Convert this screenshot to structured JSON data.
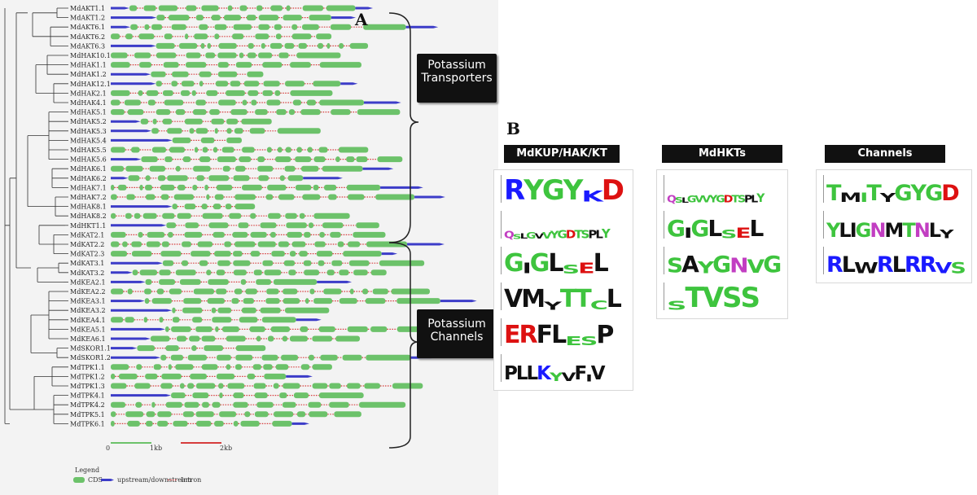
{
  "panel_a_letter": "A",
  "panel_b_letter": "B",
  "bracket_labels": {
    "transporters": [
      "Potassium",
      "Transporters"
    ],
    "channels": [
      "Potassium",
      "Channels"
    ]
  },
  "genes": [
    "MdAKT1.1",
    "MdAKT1.2",
    "MdAKT6.1",
    "MdAKT6.2",
    "MdAKT6.3",
    "MdHAK10.1",
    "MdHAK1.1",
    "MdHAK1.2",
    "MdHAK12.1",
    "MdHAK2.1",
    "MdHAK4.1",
    "MdHAK5.1",
    "MdHAK5.2",
    "MdHAK5.3",
    "MdHAK5.4",
    "MdHAK5.5",
    "MdHAK5.6",
    "MdHAK6.1",
    "MdHAK6.2",
    "MdHAK7.1",
    "MdHAK7.2",
    "MdHAK8.1",
    "MdHAK8.2",
    "MdHKT1.1",
    "MdKAT2.1",
    "MdKAT2.2",
    "MdKAT2.3",
    "MdKAT3.1",
    "MdKAT3.2",
    "MdKEA2.1",
    "MdKEA2.2",
    "MdKEA3.1",
    "MdKEA3.2",
    "MdKEA4.1",
    "MdKEA5.1",
    "MdKEA6.1",
    "MdSKOR1.1",
    "MdSKOR1.2",
    "MdTPK1.1",
    "MdTPK1.2",
    "MdTPK1.3",
    "MdTPK4.1",
    "MdTPK4.2",
    "MdTPK5.1",
    "MdTPK6.1"
  ],
  "scale_labels": [
    "0",
    "1kb",
    "2kb"
  ],
  "legend": {
    "title": "Legend",
    "items": [
      "CDS",
      "upstream/downstream",
      "Intron"
    ]
  },
  "colors": {
    "cds": "#6cc26a",
    "utr": "#3c3cc8",
    "intron": "#d63c3c",
    "background": "#f3f3f3"
  },
  "logo_groups": [
    {
      "title": "MdKUP/HAK/KT",
      "motifs": [
        [
          [
            "R",
            "#1a1aff",
            1.0
          ],
          [
            "Y",
            "#3ec43e",
            1.0
          ],
          [
            "G",
            "#3ec43e",
            1.0
          ],
          [
            "Y",
            "#3ec43e",
            1.0
          ],
          [
            "K",
            "#1a1aff",
            0.55
          ],
          [
            "D",
            "#d11",
            1.0
          ]
        ],
        [
          [
            "Q",
            "#c23ec2",
            0.8
          ],
          [
            "S",
            "#3ec43e",
            0.5
          ],
          [
            "L",
            "#111",
            0.6
          ],
          [
            "G",
            "#3ec43e",
            0.7
          ],
          [
            "V",
            "#111",
            0.6
          ],
          [
            "V",
            "#3ec43e",
            0.7
          ],
          [
            "Y",
            "#3ec43e",
            0.8
          ],
          [
            "G",
            "#3ec43e",
            0.9
          ],
          [
            "D",
            "#d11",
            0.9
          ],
          [
            "T",
            "#3ec43e",
            0.9
          ],
          [
            "S",
            "#3ec43e",
            0.9
          ],
          [
            "P",
            "#111",
            0.9
          ],
          [
            "L",
            "#111",
            0.9
          ],
          [
            "Y",
            "#3ec43e",
            1.0
          ]
        ],
        [
          [
            "G",
            "#3ec43e",
            1.0
          ],
          [
            "I",
            "#111",
            0.6
          ],
          [
            "G",
            "#3ec43e",
            1.0
          ],
          [
            "L",
            "#111",
            1.0
          ],
          [
            "S",
            "#3ec43e",
            0.5
          ],
          [
            "E",
            "#d11",
            0.6
          ],
          [
            "L",
            "#111",
            1.0
          ]
        ],
        [
          [
            "V",
            "#111",
            1.0
          ],
          [
            "M",
            "#111",
            1.0
          ],
          [
            "Y",
            "#111",
            0.45
          ],
          [
            "T",
            "#3ec43e",
            1.0
          ],
          [
            "T",
            "#3ec43e",
            1.0
          ],
          [
            "C",
            "#3ec43e",
            0.5
          ],
          [
            "L",
            "#111",
            1.0
          ]
        ],
        [
          [
            "E",
            "#d11",
            1.0
          ],
          [
            "R",
            "#d11",
            1.0
          ],
          [
            "F",
            "#111",
            1.0
          ],
          [
            "L",
            "#111",
            1.0
          ],
          [
            "E",
            "#3ec43e",
            0.5
          ],
          [
            "S",
            "#3ec43e",
            0.5
          ],
          [
            "P",
            "#111",
            1.0
          ]
        ],
        [
          [
            "P",
            "#111",
            1.0
          ],
          [
            "L",
            "#111",
            1.0
          ],
          [
            "L",
            "#111",
            1.0
          ],
          [
            "K",
            "#1a1aff",
            1.0
          ],
          [
            "Y",
            "#3ec43e",
            0.6
          ],
          [
            "V",
            "#111",
            0.6
          ],
          [
            "F",
            "#111",
            1.0
          ],
          [
            "I",
            "#111",
            0.5
          ],
          [
            "V",
            "#111",
            1.0
          ]
        ]
      ]
    },
    {
      "title": "MdHKTs",
      "motifs": [
        [
          [
            "Q",
            "#c23ec2",
            0.9
          ],
          [
            "S",
            "#3ec43e",
            0.7
          ],
          [
            "L",
            "#111",
            0.6
          ],
          [
            "G",
            "#3ec43e",
            0.8
          ],
          [
            "V",
            "#3ec43e",
            0.8
          ],
          [
            "V",
            "#3ec43e",
            0.8
          ],
          [
            "Y",
            "#3ec43e",
            0.9
          ],
          [
            "G",
            "#3ec43e",
            0.9
          ],
          [
            "D",
            "#d11",
            0.9
          ],
          [
            "T",
            "#3ec43e",
            0.9
          ],
          [
            "S",
            "#3ec43e",
            0.9
          ],
          [
            "P",
            "#111",
            0.9
          ],
          [
            "L",
            "#111",
            0.9
          ],
          [
            "Y",
            "#3ec43e",
            1.0
          ]
        ],
        [
          [
            "G",
            "#3ec43e",
            1.0
          ],
          [
            "I",
            "#111",
            0.6
          ],
          [
            "G",
            "#3ec43e",
            1.0
          ],
          [
            "L",
            "#111",
            1.0
          ],
          [
            "S",
            "#3ec43e",
            0.5
          ],
          [
            "E",
            "#d11",
            0.6
          ],
          [
            "L",
            "#111",
            1.0
          ]
        ],
        [
          [
            "S",
            "#3ec43e",
            0.9
          ],
          [
            "A",
            "#111",
            1.0
          ],
          [
            "Y",
            "#3ec43e",
            0.7
          ],
          [
            "G",
            "#3ec43e",
            1.0
          ],
          [
            "N",
            "#c23ec2",
            0.9
          ],
          [
            "V",
            "#3ec43e",
            0.8
          ],
          [
            "G",
            "#3ec43e",
            1.0
          ]
        ],
        [
          [
            "S",
            "#3ec43e",
            0.45
          ],
          [
            "T",
            "#3ec43e",
            1.0
          ],
          [
            "V",
            "#3ec43e",
            1.0
          ],
          [
            "S",
            "#3ec43e",
            1.0
          ],
          [
            "S",
            "#3ec43e",
            1.0
          ]
        ]
      ]
    },
    {
      "title": "Channels",
      "motifs": [
        [
          [
            "T",
            "#3ec43e",
            1.0
          ],
          [
            "M",
            "#111",
            0.6
          ],
          [
            "I",
            "#3ec43e",
            0.6
          ],
          [
            "T",
            "#3ec43e",
            1.0
          ],
          [
            "Y",
            "#111",
            0.55
          ],
          [
            "G",
            "#3ec43e",
            1.0
          ],
          [
            "Y",
            "#3ec43e",
            1.0
          ],
          [
            "G",
            "#3ec43e",
            1.0
          ],
          [
            "D",
            "#d11",
            1.0
          ]
        ],
        [
          [
            "Y",
            "#3ec43e",
            1.0
          ],
          [
            "L",
            "#111",
            1.0
          ],
          [
            "I",
            "#111",
            1.0
          ],
          [
            "G",
            "#3ec43e",
            1.0
          ],
          [
            "N",
            "#c23ec2",
            1.0
          ],
          [
            "M",
            "#111",
            1.0
          ],
          [
            "T",
            "#3ec43e",
            1.0
          ],
          [
            "N",
            "#c23ec2",
            1.0
          ],
          [
            "L",
            "#111",
            1.0
          ],
          [
            "Y",
            "#111",
            0.6
          ]
        ],
        [
          [
            "R",
            "#1a1aff",
            1.0
          ],
          [
            "L",
            "#111",
            1.0
          ],
          [
            "W",
            "#111",
            0.7
          ],
          [
            "R",
            "#1a1aff",
            1.0
          ],
          [
            "L",
            "#111",
            1.0
          ],
          [
            "R",
            "#1a1aff",
            1.0
          ],
          [
            "R",
            "#1a1aff",
            1.0
          ],
          [
            "V",
            "#1a1aff",
            0.7
          ],
          [
            "S",
            "#3ec43e",
            0.7
          ]
        ]
      ]
    }
  ]
}
